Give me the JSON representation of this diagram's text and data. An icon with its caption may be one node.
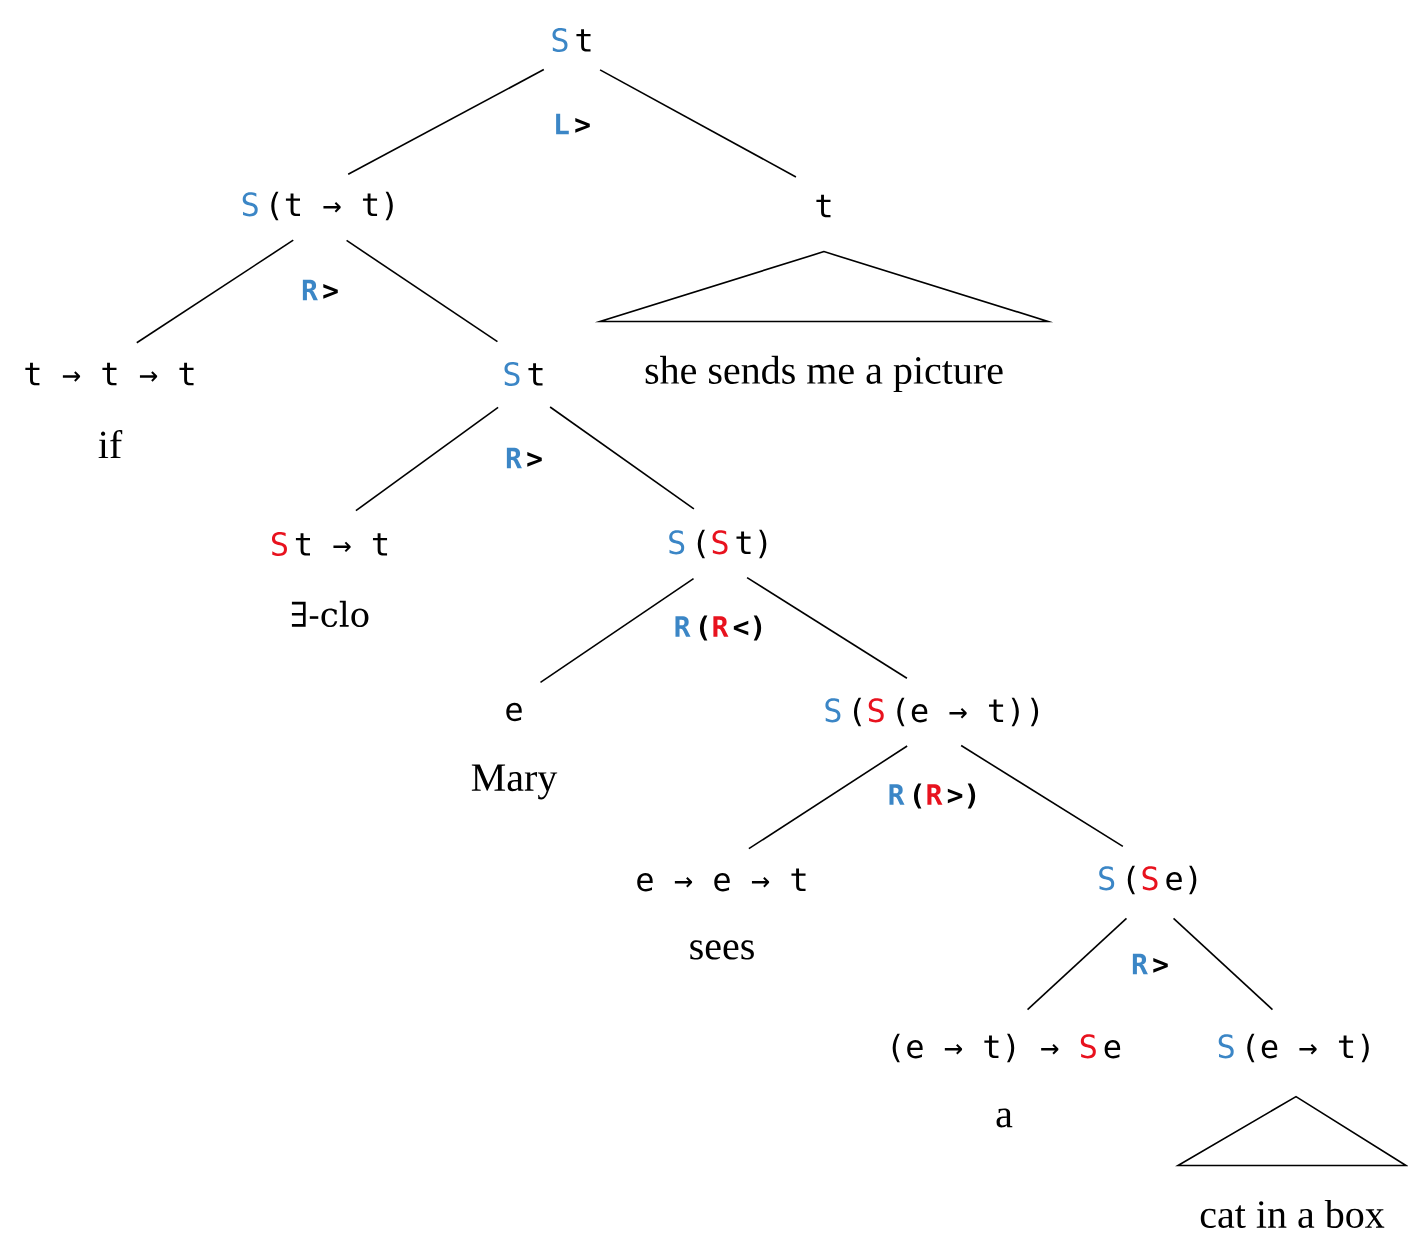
{
  "diagram": {
    "nodes": [
      {
        "text": [
          "S",
          "t"
        ],
        "beside": [
          "L",
          ">"
        ]
      },
      {
        "text": [
          "S",
          "(t → t)"
        ],
        "beside": [
          "R",
          ">"
        ]
      },
      {
        "text": [
          "t"
        ]
      },
      {
        "text": [
          "t → t → t"
        ],
        "beside": [
          "if"
        ]
      },
      {
        "text": [
          "S",
          "t"
        ],
        "beside": [
          "R",
          ">"
        ]
      },
      {
        "text": [
          "she sends me a picture"
        ]
      },
      {
        "text": [
          "S",
          "t → t"
        ],
        "beside": [
          "∃-clo"
        ]
      },
      {
        "text": [
          "S",
          "(",
          "S",
          "t)"
        ],
        "beside": [
          "R",
          "(",
          "R",
          "<)"
        ]
      },
      {
        "text": [
          "e"
        ],
        "beside": [
          "Mary"
        ]
      },
      {
        "text": [
          "S",
          "(",
          "S",
          "(e → t))"
        ],
        "beside": [
          "R",
          "(",
          "R",
          ">)"
        ]
      },
      {
        "text": [
          "e → e → t"
        ],
        "beside": [
          "sees"
        ]
      },
      {
        "text": [
          "S",
          "(",
          "S",
          "e)"
        ],
        "beside": [
          "R",
          ">"
        ]
      },
      {
        "text": [
          "(e → t) → ",
          "S",
          "e"
        ],
        "beside": [
          "a"
        ]
      },
      {
        "text": [
          "S",
          "(e → t)"
        ]
      },
      {
        "text": [
          "cat in a box"
        ]
      }
    ],
    "edges": [
      {
        "from": 0,
        "to": 1,
        "arrow": "none"
      },
      {
        "from": 0,
        "to": 2,
        "arrow": "none"
      },
      {
        "from": 1,
        "to": 3,
        "arrow": "none"
      },
      {
        "from": 1,
        "to": 4,
        "arrow": "none"
      },
      {
        "from": 2,
        "to": 5,
        "arrow": "none"
      },
      {
        "from": 4,
        "to": 6,
        "arrow": "none"
      },
      {
        "from": 4,
        "to": 7,
        "arrow": "none"
      },
      {
        "from": 7,
        "to": 8,
        "arrow": "none"
      },
      {
        "from": 7,
        "to": 9,
        "arrow": "none"
      },
      {
        "from": 9,
        "to": 10,
        "arrow": "none"
      },
      {
        "from": 9,
        "to": 11,
        "arrow": "none"
      },
      {
        "from": 11,
        "to": 12,
        "arrow": "none"
      },
      {
        "from": 11,
        "to": 13,
        "arrow": "none"
      },
      {
        "from": 13,
        "to": 14,
        "arrow": "none"
      }
    ]
  }
}
